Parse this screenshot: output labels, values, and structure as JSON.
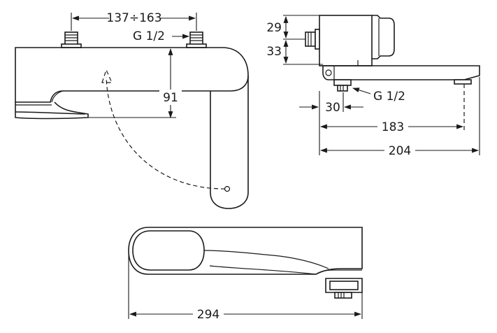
{
  "dimensions": {
    "front_centers": "137÷163",
    "front_thread": "G 1/2",
    "front_height": "91",
    "side_top": "29",
    "side_body": "33",
    "side_thread": "G 1/2",
    "side_offset": "30",
    "side_reach": "183",
    "side_length": "204",
    "top_length": "294"
  }
}
